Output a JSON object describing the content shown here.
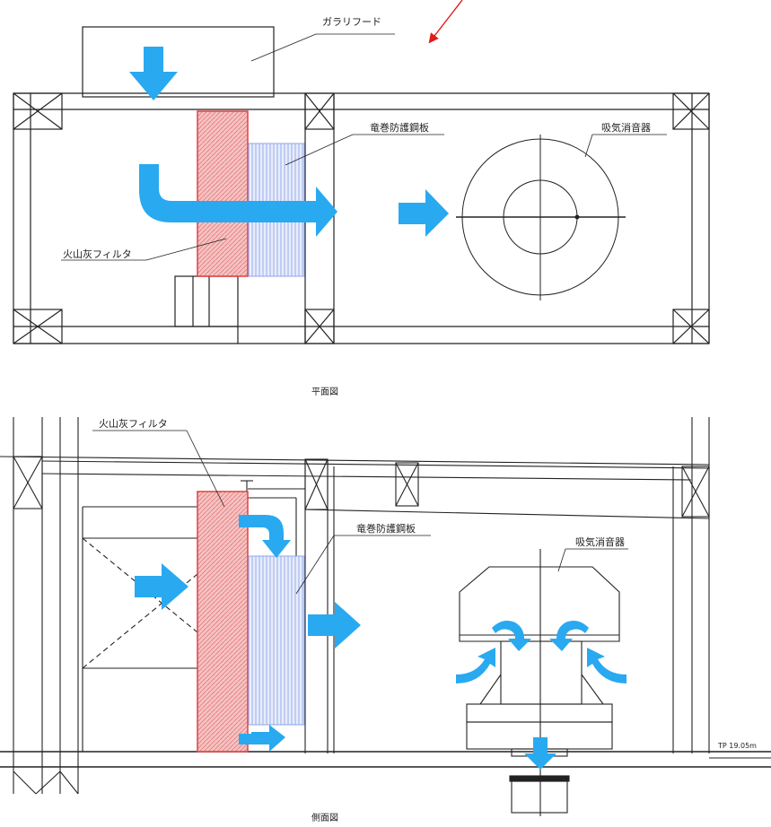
{
  "labels": {
    "gallery_hood": "ガラリフード",
    "tornado_plate_plan": "竜巻防護鋼板",
    "silencer_plan": "吸気消音器",
    "ash_filter_plan": "火山灰フィルタ",
    "plan_view_caption": "平面図",
    "ash_filter_side": "火山灰フィルタ",
    "tornado_plate_side": "竜巻防護鋼板",
    "silencer_side": "吸気消音器",
    "elevation": "TP 19.05m",
    "side_view_caption": "側面図"
  },
  "colors": {
    "flow_arrow": "#29a9f0",
    "ash_filter_fill": "#f4b4b4",
    "ash_filter_stroke": "#e04040",
    "tornado_plate_fill": "#dfe6fb",
    "tornado_plate_line": "#8ea6e8",
    "pointer_arrow": "#e21b1b",
    "line": "#222222"
  }
}
